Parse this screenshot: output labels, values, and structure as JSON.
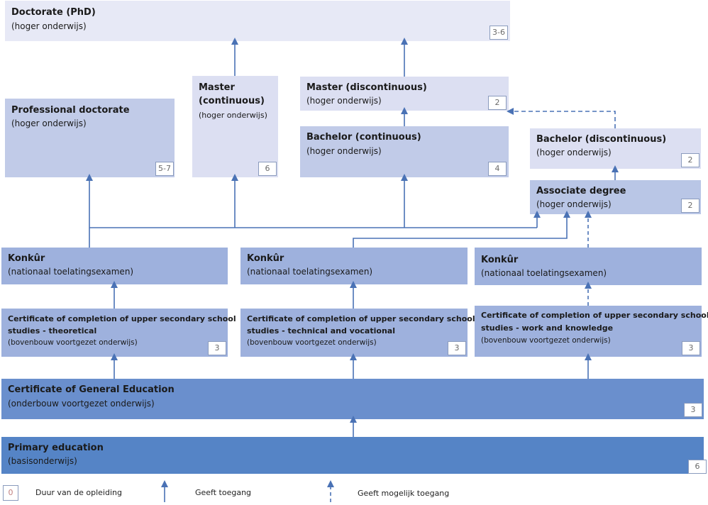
{
  "colors": {
    "lightest": "#e7e9f6",
    "light": "#dcdff2",
    "mid": "#c1cbe8",
    "midDark": "#9eb1dd",
    "dark": "#8ea4d4",
    "darker": "#6a8fcd",
    "darkest": "#5584c6",
    "line": "#4a72b5"
  },
  "boxes": {
    "phd": {
      "title": "Doctorate (PhD)",
      "sub": "(hoger onderwijs)",
      "dur": "3-6"
    },
    "profdoc": {
      "title": "Professional doctorate",
      "sub": "(hoger onderwijs)",
      "dur": "5-7"
    },
    "master_cont": {
      "title1": "Master",
      "title2": "(continuous)",
      "sub": "(hoger onderwijs)",
      "dur": "6"
    },
    "master_disc": {
      "title": "Master (discontinuous)",
      "sub": "(hoger onderwijs)",
      "dur": "2"
    },
    "bach_cont": {
      "title": "Bachelor (continuous)",
      "sub": "(hoger onderwijs)",
      "dur": "4"
    },
    "bach_disc": {
      "title": "Bachelor (discontinuous)",
      "sub": "(hoger onderwijs)",
      "dur": "2"
    },
    "assoc": {
      "title": "Associate degree",
      "sub": "(hoger onderwijs)",
      "dur": "2"
    },
    "konkur1": {
      "title": "Konkûr",
      "sub": "(nationaal toelatingsexamen)"
    },
    "konkur2": {
      "title": "Konkûr",
      "sub": "(nationaal toelatingsexamen)"
    },
    "konkur3": {
      "title": "Konkûr",
      "sub": "(nationaal toelatingsexamen)"
    },
    "cert1": {
      "title1": "Certificate of completion of upper secondary school",
      "title2": "studies - theoretical",
      "sub": "(bovenbouw voortgezet onderwijs)",
      "dur": "3"
    },
    "cert2": {
      "title1": "Certificate of completion of upper secondary school",
      "title2": "studies - technical and vocational",
      "sub": "(bovenbouw voortgezet onderwijs)",
      "dur": "3"
    },
    "cert3": {
      "title1": "Certificate of completion of upper secondary school",
      "title2": "studies - work and knowledge",
      "sub": "(bovenbouw voortgezet onderwijs)",
      "dur": "3"
    },
    "general": {
      "title": "Certificate of General Education",
      "sub": "(onderbouw voortgezet onderwijs)",
      "dur": "3"
    },
    "primary": {
      "title": "Primary education",
      "sub": "(basisonderwijs)",
      "dur": "6"
    }
  },
  "legend": {
    "badge": "0",
    "duration": "Duur van de opleiding",
    "access": "Geeft toegang",
    "possible": "Geeft mogelijk toegang"
  }
}
